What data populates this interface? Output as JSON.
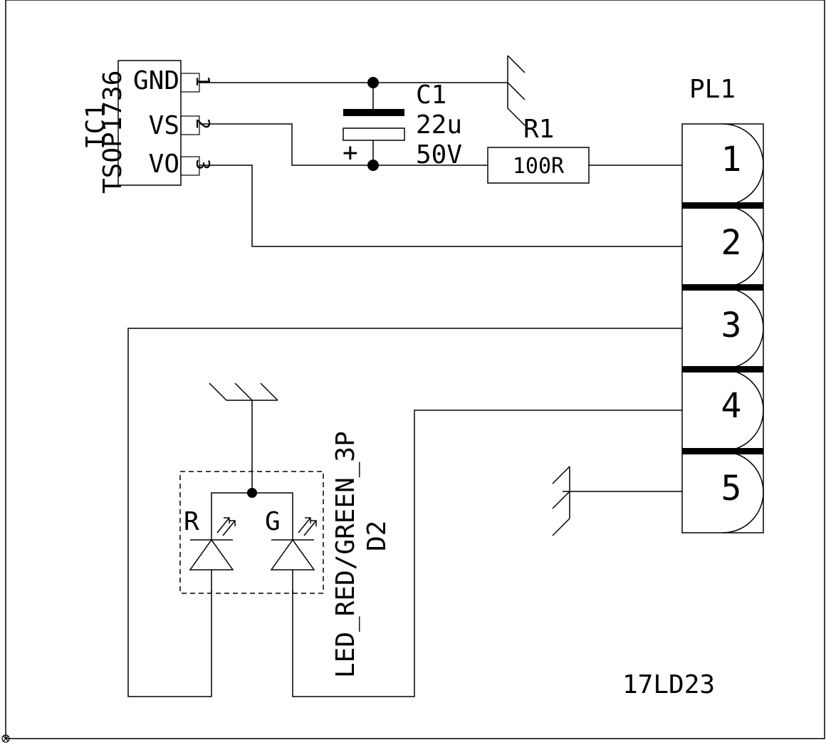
{
  "ic": {
    "ref": "IC1",
    "part": "TSOP1736",
    "pins": [
      {
        "name": "GND",
        "num": "1"
      },
      {
        "name": "VS",
        "num": "2"
      },
      {
        "name": "VO",
        "num": "3"
      }
    ]
  },
  "cap": {
    "ref": "C1",
    "value": "22u",
    "voltage": "50V",
    "polarity": "+"
  },
  "res": {
    "ref": "R1",
    "value": "100R"
  },
  "plug": {
    "ref": "PL1",
    "pins": [
      "1",
      "2",
      "3",
      "4",
      "5"
    ]
  },
  "led": {
    "part": "LED_RED/GREEN_3P",
    "ref": "D2",
    "red": "R",
    "green": "G"
  },
  "board_id": "17LD23"
}
